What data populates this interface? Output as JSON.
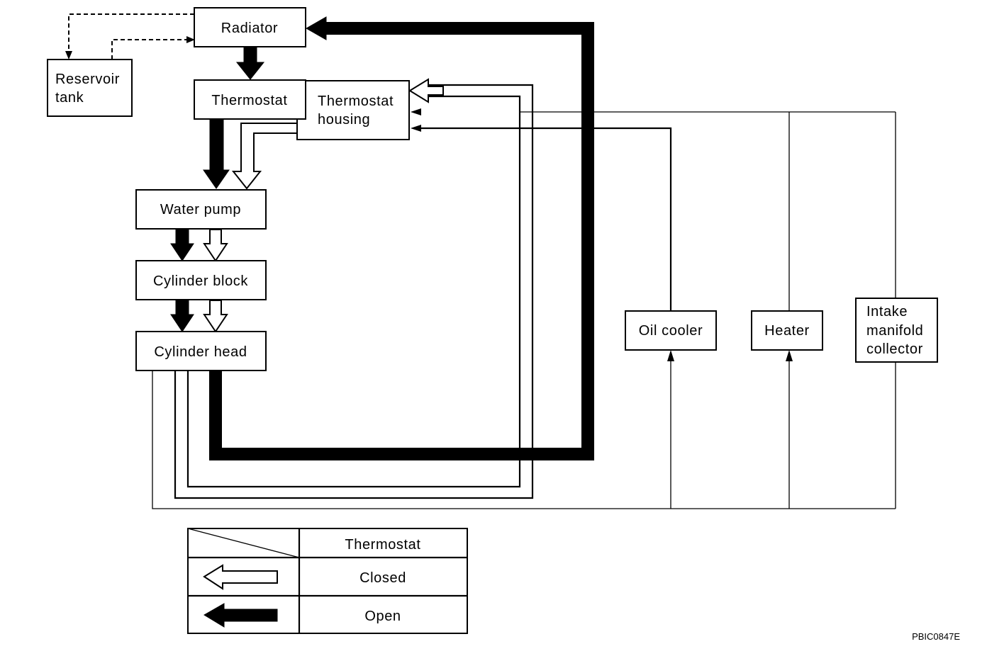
{
  "components": {
    "radiator": "Radiator",
    "reservoir_tank": [
      "Reservoir",
      "tank"
    ],
    "thermostat": "Thermostat",
    "thermostat_housing": [
      "Thermostat",
      "housing"
    ],
    "water_pump": "Water pump",
    "cylinder_block": "Cylinder block",
    "cylinder_head": "Cylinder head",
    "oil_cooler": "Oil cooler",
    "heater": "Heater",
    "intake_manifold_collector": [
      "Intake",
      "manifold",
      "collector"
    ]
  },
  "legend": {
    "header": "Thermostat",
    "rows": [
      {
        "arrow_style": "hollow",
        "label": "Closed"
      },
      {
        "arrow_style": "filled",
        "label": "Open"
      }
    ]
  },
  "figure_id": "PBIC0847E"
}
